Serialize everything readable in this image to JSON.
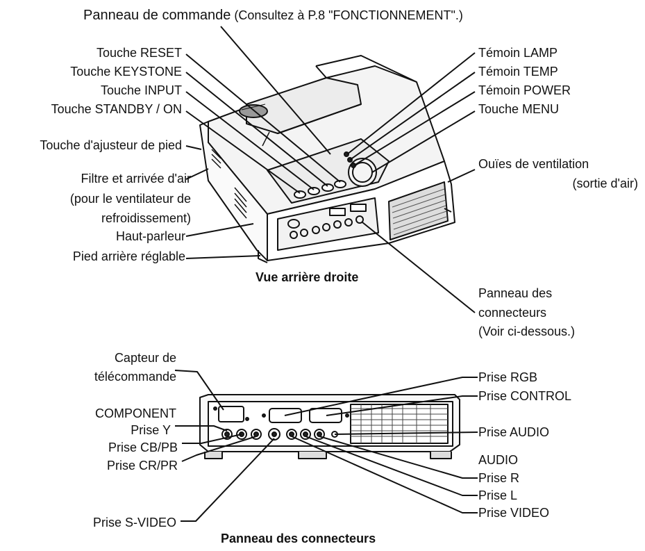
{
  "top": {
    "panel_main": "Panneau de commande",
    "panel_sub": " (Consultez à P.8 \"FONCTIONNEMENT\".)"
  },
  "rear_view": {
    "title": "Vue arrière droite",
    "left_labels": {
      "reset": "Touche RESET",
      "keystone": "Touche KEYSTONE",
      "input": "Touche INPUT",
      "standby": "Touche STANDBY / ON",
      "foot_adjust": "Touche d'ajusteur de pied",
      "filter_1": "Filtre et arrivée d'air",
      "filter_2": "(pour le ventilateur de",
      "filter_3": "refroidissement)",
      "speaker": "Haut-parleur",
      "rear_foot": "Pied arrière réglable"
    },
    "right_labels": {
      "lamp": "Témoin LAMP",
      "temp": "Témoin TEMP",
      "power": "Témoin POWER",
      "menu": "Touche MENU",
      "vent_1": "Ouïes de ventilation",
      "vent_2": "(sortie d'air)",
      "conn_1": "Panneau des",
      "conn_2": "connecteurs",
      "conn_3": "(Voir ci-dessous.)"
    }
  },
  "connector_panel": {
    "title": "Panneau des connecteurs",
    "left_labels": {
      "remote_1": "Capteur de",
      "remote_2": "télécommande",
      "component": "COMPONENT",
      "y": "Prise Y",
      "cb": "Prise CB/PB",
      "cr": "Prise CR/PR",
      "svideo": "Prise S-VIDEO"
    },
    "right_labels": {
      "rgb": "Prise RGB",
      "control": "Prise CONTROL",
      "audio": "Prise AUDIO",
      "audio_head": "AUDIO",
      "r": "Prise R",
      "l": "Prise L",
      "video": "Prise VIDEO"
    }
  }
}
